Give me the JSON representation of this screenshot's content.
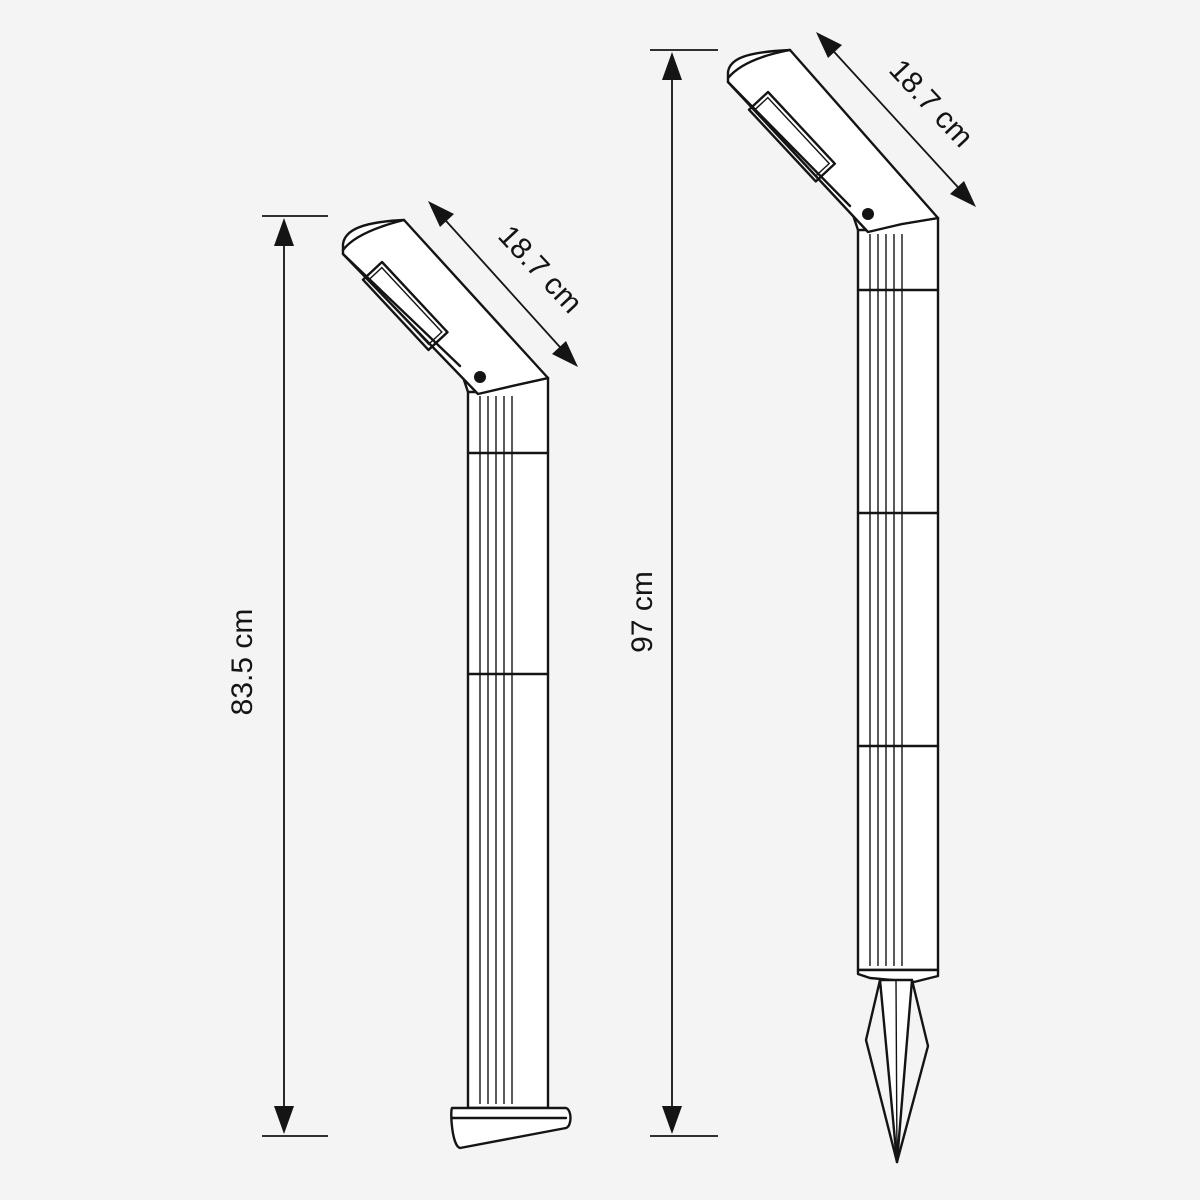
{
  "background": "#f4f4f4",
  "line_color": "#141414",
  "short_light": {
    "height_label": "83.5 cm",
    "head_label": "18.7 cm",
    "base": "flat foot plate"
  },
  "tall_light": {
    "height_label": "97 cm",
    "head_label": "18.7 cm",
    "base": "ground spike"
  }
}
